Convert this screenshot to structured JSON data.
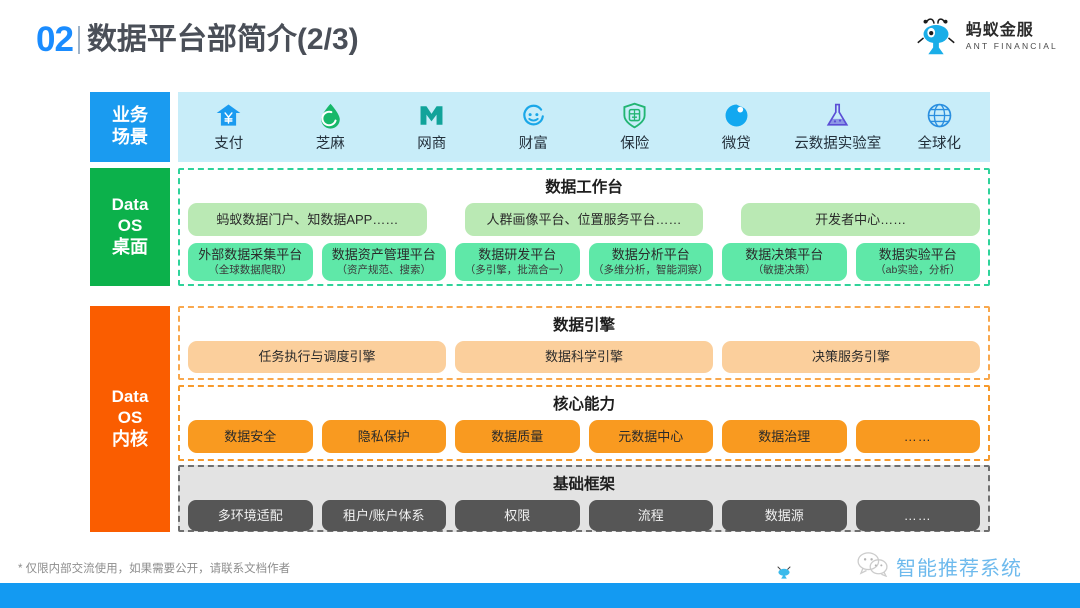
{
  "header": {
    "section_number": "02",
    "title": "数据平台部简介(2/3)",
    "logo": {
      "cn": "蚂蚁金服",
      "en": "ANT FINANCIAL",
      "icon": "ant-mascot-icon"
    }
  },
  "rails": {
    "business": {
      "line1": "业务",
      "line2": "场景",
      "color": "#1a9bf0"
    },
    "desktop": {
      "line1": "Data",
      "line2": "OS",
      "line3": "桌面",
      "color": "#0cb14b"
    },
    "kernel": {
      "line1": "Data",
      "line2": "OS",
      "line3": "内核",
      "color": "#fa5d00"
    }
  },
  "business_scenarios": {
    "background": "#c8edf9",
    "items": [
      {
        "label": "支付",
        "icon": "house-yen-icon",
        "color": "#1a9bf0"
      },
      {
        "label": "芝麻",
        "icon": "water-drop-icon",
        "color": "#17b86a"
      },
      {
        "label": "网商",
        "icon": "letter-m-icon",
        "color": "#11a39a"
      },
      {
        "label": "财富",
        "icon": "smiley-ring-icon",
        "color": "#1aa7e8"
      },
      {
        "label": "保险",
        "icon": "shield-bao-icon",
        "color": "#22b573"
      },
      {
        "label": "微贷",
        "icon": "comma-circle-icon",
        "color": "#12a8f0"
      },
      {
        "label": "云数据实验室",
        "icon": "flask-icon",
        "color": "#5b4fd6"
      },
      {
        "label": "全球化",
        "icon": "globe-icon",
        "color": "#2a8fe0"
      }
    ]
  },
  "sections": [
    {
      "key": "workbench",
      "title": "数据工作台",
      "border_color": "#2fd39a",
      "row1": [
        {
          "t1": "蚂蚁数据门户、知数据APP……"
        },
        {
          "t1": "人群画像平台、位置服务平台……"
        },
        {
          "t1": "开发者中心……"
        }
      ],
      "row2": [
        {
          "t1": "外部数据采集平台",
          "t2": "（全球数据爬取）"
        },
        {
          "t1": "数据资产管理平台",
          "t2": "（资产规范、搜索）"
        },
        {
          "t1": "数据研发平台",
          "t2": "（多引擎，批流合一）"
        },
        {
          "t1": "数据分析平台",
          "t2": "（多维分析，智能洞察）"
        },
        {
          "t1": "数据决策平台",
          "t2": "（敏捷决策）"
        },
        {
          "t1": "数据实验平台",
          "t2": "（ab实验，分析）"
        }
      ]
    },
    {
      "key": "engine",
      "title": "数据引擎",
      "border_color": "#f9a84d",
      "row1": [
        {
          "t1": "任务执行与调度引擎"
        },
        {
          "t1": "数据科学引擎"
        },
        {
          "t1": "决策服务引擎"
        }
      ]
    },
    {
      "key": "core",
      "title": "核心能力",
      "border_color": "#f79a2b",
      "row1": [
        {
          "t1": "数据安全"
        },
        {
          "t1": "隐私保护"
        },
        {
          "t1": "数据质量"
        },
        {
          "t1": "元数据中心"
        },
        {
          "t1": "数据治理"
        },
        {
          "t1": "……"
        }
      ]
    },
    {
      "key": "base",
      "title": "基础框架",
      "border_color": "#6f6f6f",
      "row1": [
        {
          "t1": "多环境适配"
        },
        {
          "t1": "租户/账户体系"
        },
        {
          "t1": "权限"
        },
        {
          "t1": "流程"
        },
        {
          "t1": "数据源"
        },
        {
          "t1": "……"
        }
      ]
    }
  ],
  "footer": {
    "note": "* 仅限内部交流使用，如果需要公开，请联系文档作者",
    "watermark": "智能推荐系统",
    "watermark_icon": "wechat-icon",
    "bar_color": "#139af2"
  }
}
